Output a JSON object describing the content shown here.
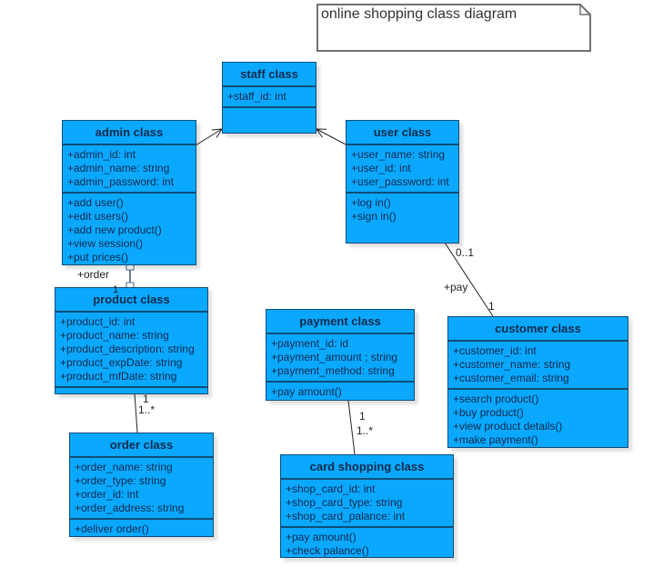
{
  "note": {
    "text": "online shopping class diagram"
  },
  "classes": {
    "staff": {
      "name": "staff class",
      "attributes": [
        "+staff_id: int"
      ],
      "methods": []
    },
    "admin": {
      "name": "admin class",
      "attributes": [
        "+admin_id: int",
        "+admin_name: string",
        "+admin_password: int"
      ],
      "methods": [
        "+add user()",
        "+edit users()",
        "+add new product()",
        "+view session()",
        "+put prices()"
      ]
    },
    "user": {
      "name": "user class",
      "attributes": [
        "+user_name: string",
        "+user_id: int",
        "+user_password: int"
      ],
      "methods": [
        "+log in()",
        "+sign in()"
      ]
    },
    "product": {
      "name": "product class",
      "attributes": [
        "+product_id: int",
        "+product_name: string",
        "+product_description: string",
        "+product_expDate: string",
        "+product_mfDate: string"
      ],
      "methods": []
    },
    "order": {
      "name": "order class",
      "attributes": [
        "+order_name: string",
        "+order_type: string",
        "+order_id: int",
        "+order_address: string"
      ],
      "methods": [
        "+deliver order()"
      ]
    },
    "payment": {
      "name": "payment class",
      "attributes": [
        "+payment_id: id",
        "+payment_amount  ; string",
        "+payment_method: string"
      ],
      "methods": [
        "+pay amount()"
      ]
    },
    "card": {
      "name": "card shopping class",
      "attributes": [
        "+shop_card_id: int",
        "+shop_card_type: string",
        "+shop_card_palance: int"
      ],
      "methods": [
        "+pay amount()",
        "+check palance()"
      ]
    },
    "customer": {
      "name": "customer class",
      "attributes": [
        "+customer_id: int",
        "+customer_name: string",
        "+customer_email: string"
      ],
      "methods": [
        "+search product()",
        "+buy product()",
        "+view product details()",
        "+make payment()"
      ]
    }
  },
  "relations": {
    "admin_product": {
      "role": "+order",
      "mult_product": "1"
    },
    "product_order": {
      "mult_product": "1",
      "mult_order": "1..*"
    },
    "payment_card": {
      "mult_payment": "1",
      "mult_card": "1..*"
    },
    "user_customer": {
      "mult_user": "0..1",
      "role": "+pay",
      "mult_customer": "1"
    }
  }
}
